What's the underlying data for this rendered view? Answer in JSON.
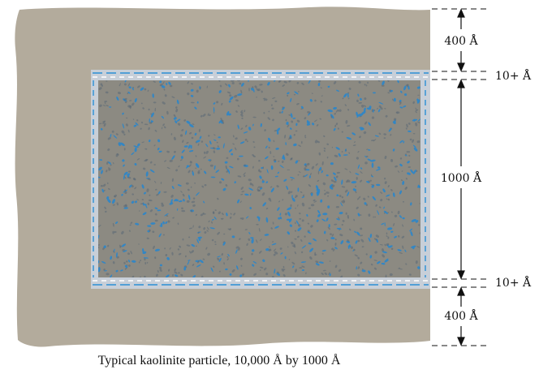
{
  "colors": {
    "clay": "#b3ab9c",
    "particle": "#8c8a82",
    "water_layer": "#c8cfd8",
    "water_dash": "#2a8fd6",
    "speckle_blue": "#2f86c6",
    "speckle_dark": "#5d6a76",
    "line": "#111111"
  },
  "labels": {
    "top_thickness": "400 Å",
    "water_top": "10+ Å",
    "particle_thickness": "1000 Å",
    "water_bottom": "10+ Å",
    "bottom_thickness": "400 Å"
  },
  "caption": "Typical kaolinite particle, 10,000 Å by 1000 Å"
}
